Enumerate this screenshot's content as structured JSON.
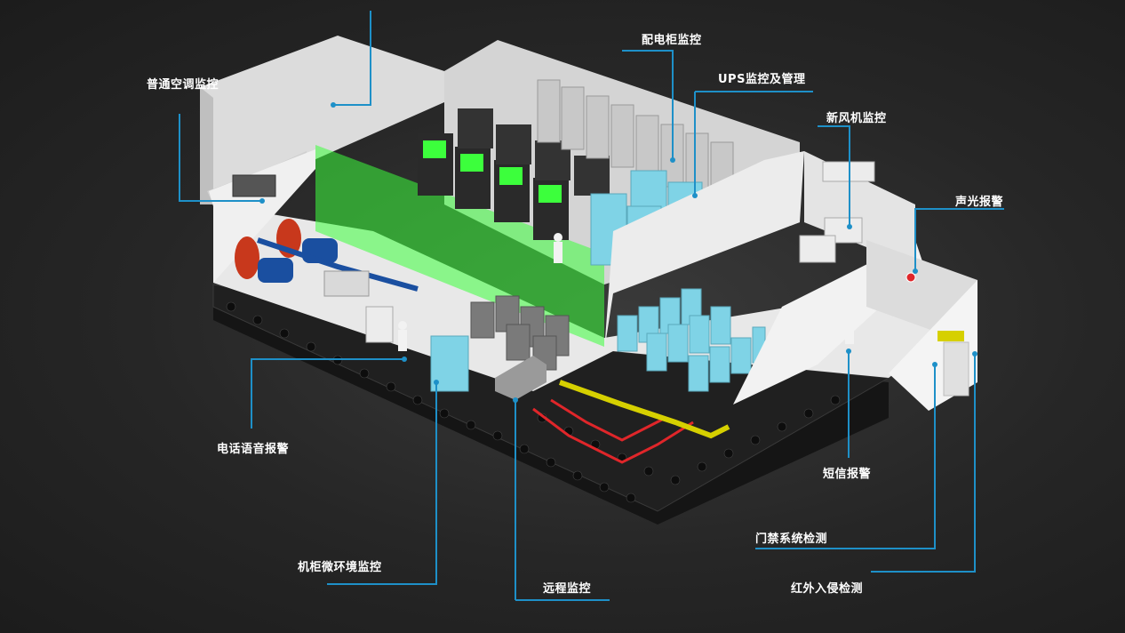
{
  "labels": {
    "ordinary_ac": "普通空调监控",
    "power_cabinet": "配电柜监控",
    "ups": "UPS监控及管理",
    "fresh_air": "新风机监控",
    "sound_light_alarm": "声光报警",
    "phone_voice_alarm": "电话语音报警",
    "sms_alarm": "短信报警",
    "access_control": "门禁系统检测",
    "cabinet_micro_env": "机柜微环境监控",
    "remote_monitor": "远程监控",
    "infrared_intrusion": "红外入侵检测"
  },
  "colors": {
    "leader": "#1e90c8",
    "green_screen": "#3cff3c",
    "pipe_red": "#e0262a",
    "pipe_yellow": "#d6d000",
    "pump_blue": "#1a4fa0",
    "tank_red": "#c8381c",
    "cabinet_cyan": "#7fd3e6"
  }
}
